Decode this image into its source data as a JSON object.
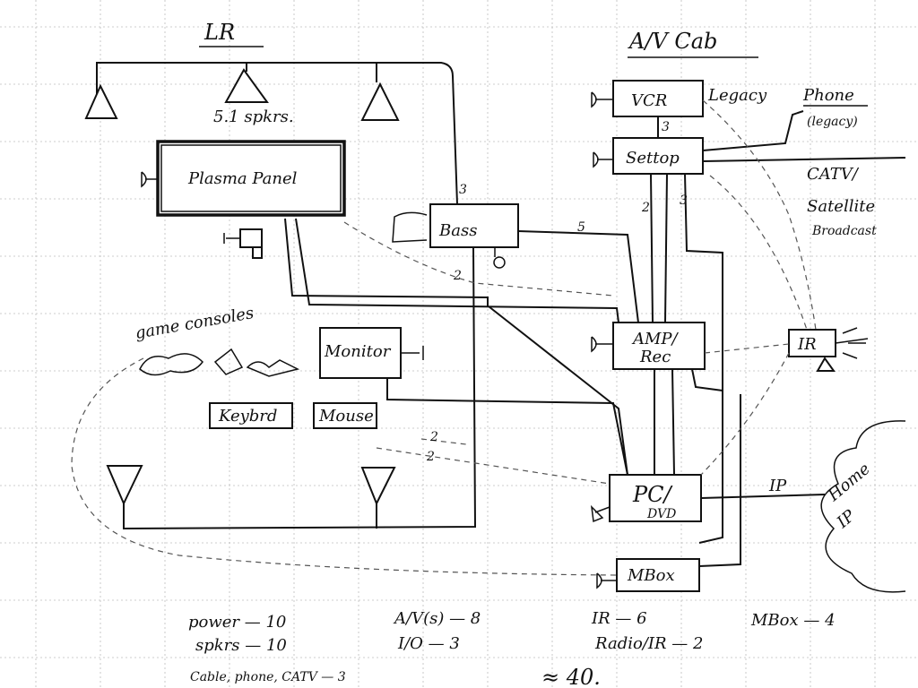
{
  "headings": {
    "living_room": "LR",
    "av_cabinet": "A/V Cab"
  },
  "labels": {
    "speakers": "5.1 spkrs.",
    "plasma_panel": "Plasma Panel",
    "bass": "Bass",
    "vcr": "VCR",
    "legacy": "Legacy",
    "phone": "Phone",
    "phone_legacy": "(legacy)",
    "settop": "Settop",
    "catv": "CATV/",
    "satellite": "Satellite",
    "broadcast": "Broadcast",
    "amp_rec_line1": "AMP/",
    "amp_rec_line2": "Rec",
    "ir": "IR",
    "game_consoles": "game consoles",
    "monitor": "Monitor",
    "keyboard": "Keybrd",
    "mouse": "Mouse",
    "pc_dvd_line1": "PC/",
    "pc_dvd_line2": "DVD",
    "ip": "IP",
    "home_ip_line1": "Home",
    "home_ip_line2": "IP",
    "mbox": "MBox"
  },
  "wire_counts": {
    "bass_top": "3",
    "bass_to_amp": "5",
    "bass_below": "2",
    "vcr_settop": "3",
    "settop_amp_left": "2",
    "settop_amp_right": "3",
    "monitor_pc_a": "2",
    "monitor_pc_b": "2"
  },
  "tally": {
    "power": "power — 10",
    "av": "A/V(s) — 8",
    "ir": "IR — 6",
    "mbox": "MBox — 4",
    "spkrs": "spkrs — 10",
    "io": "I/O — 3",
    "radio_ir": "Radio/IR — 2",
    "cable": "Cable, phone, CATV — 3",
    "total": "≈ 40."
  }
}
